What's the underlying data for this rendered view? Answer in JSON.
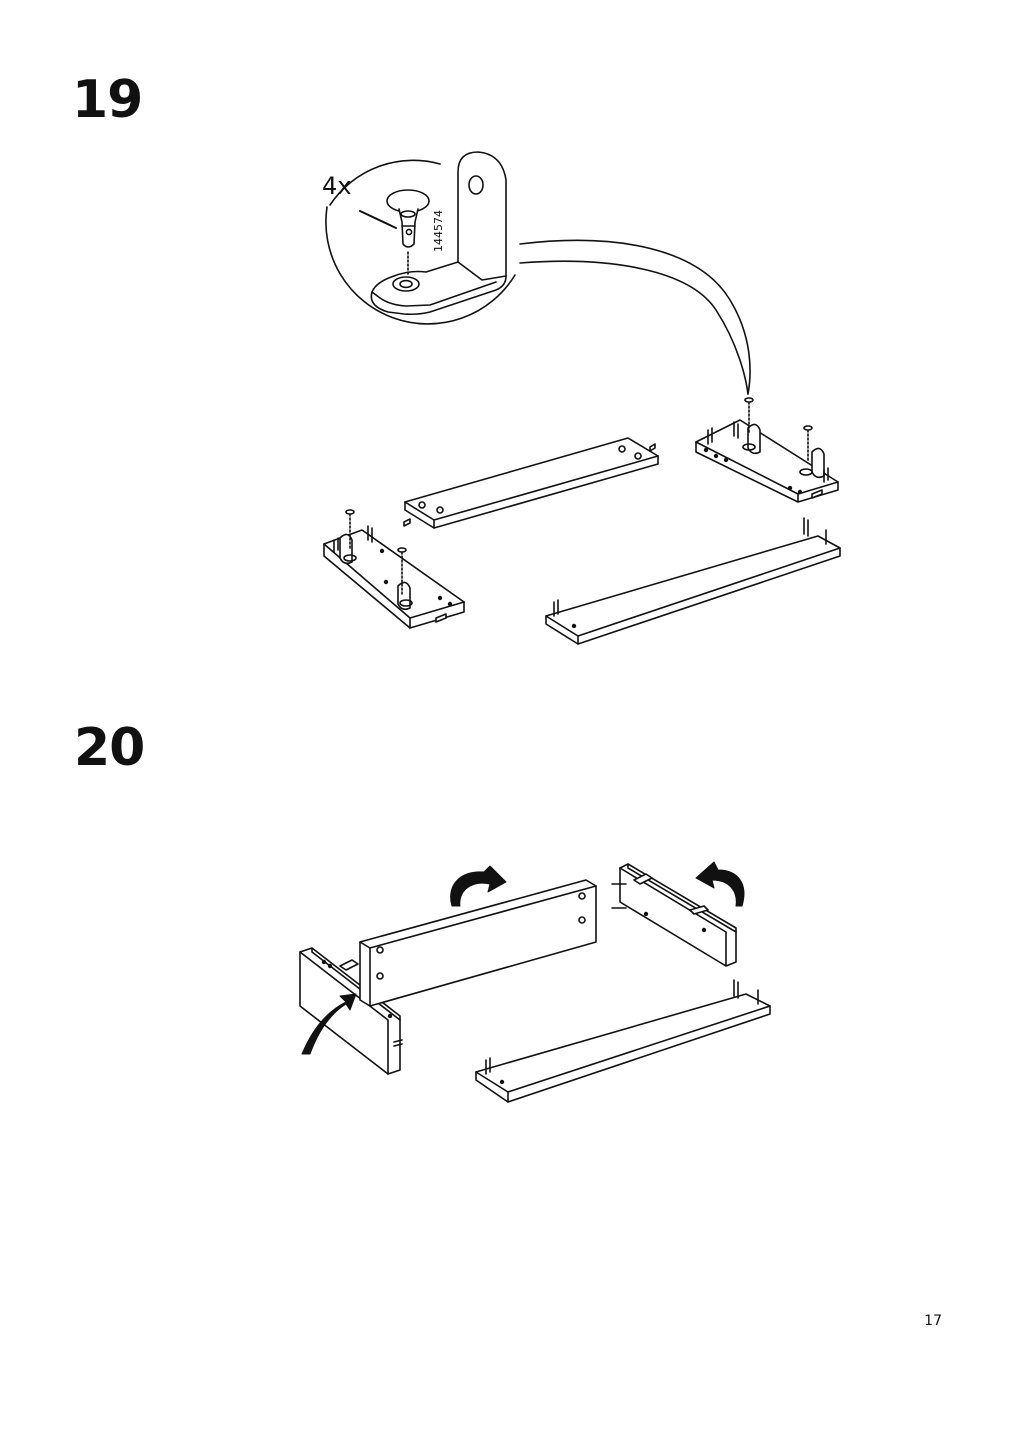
{
  "steps": [
    {
      "number": "19",
      "callout": {
        "quantity": "4x",
        "part_number": "144574"
      }
    },
    {
      "number": "20"
    }
  ],
  "page": {
    "number": "17"
  },
  "colors": {
    "ink": "#111111",
    "paper": "#ffffff",
    "arrow_fill": "#111111"
  }
}
